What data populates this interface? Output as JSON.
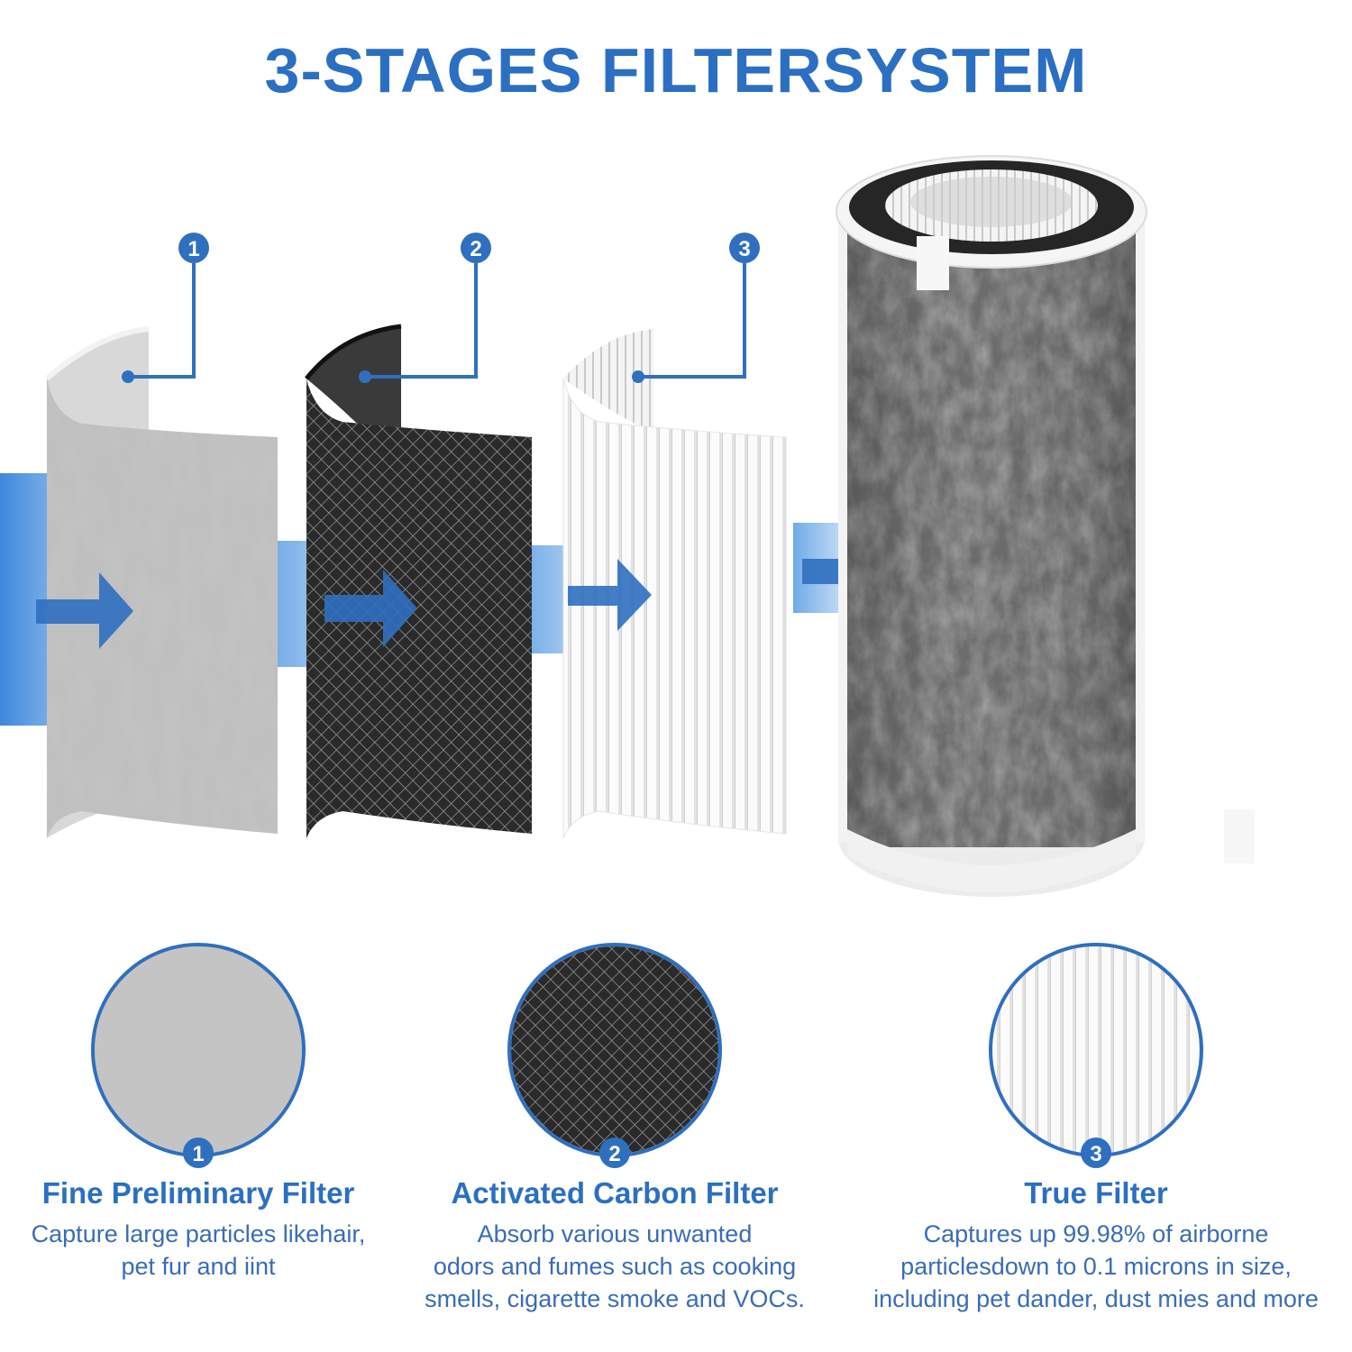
{
  "title": "3-STAGES FILTERSYSTEM",
  "accent_color": "#2b6fc2",
  "stage_markers": [
    "1",
    "2",
    "3"
  ],
  "stages": [
    {
      "number": "1",
      "name": "Fine Preliminary Filter",
      "description": [
        "Capture large particles likehair,",
        "pet fur and iint"
      ],
      "texture": "gray-fibrous"
    },
    {
      "number": "2",
      "name": "Activated Carbon Filter",
      "description": [
        "Absorb various unwanted",
        "odors and fumes such as cooking",
        "smells, cigarette smoke and VOCs."
      ],
      "texture": "black-mesh"
    },
    {
      "number": "3",
      "name": "True Filter",
      "description": [
        "Captures up 99.98% of airborne",
        "particlesdown to 0.1 microns in size,",
        "including pet dander, dust mies and more"
      ],
      "texture": "white-pleated"
    }
  ],
  "icons": [
    "flow-arrow-icon",
    "filter-cartridge"
  ]
}
